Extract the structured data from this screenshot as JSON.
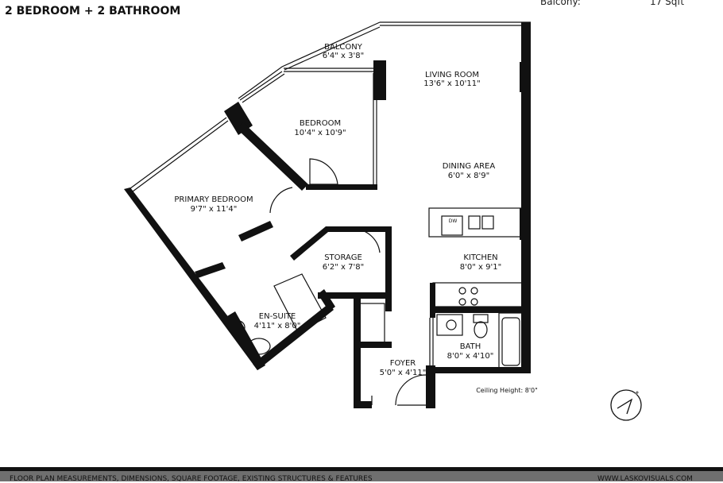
{
  "title": "2 BEDROOM + 2 BATHROOM",
  "area_summary": {
    "label": "Balcony:",
    "value": "17 Sqft"
  },
  "rooms": [
    {
      "name": "BALCONY",
      "dims": "6'4\" x 3'8\""
    },
    {
      "name": "LIVING ROOM",
      "dims": "13'6\" x 10'11\""
    },
    {
      "name": "BEDROOM",
      "dims": "10'4\" x 10'9\""
    },
    {
      "name": "DINING AREA",
      "dims": "6'0\" x 8'9\""
    },
    {
      "name": "PRIMARY BEDROOM",
      "dims": "9'7\" x 11'4\""
    },
    {
      "name": "STORAGE",
      "dims": "6'2\" x 7'8\""
    },
    {
      "name": "KITCHEN",
      "dims": "8'0\" x 9'1\""
    },
    {
      "name": "EN-SUITE",
      "dims": "4'11\" x 8'0\""
    },
    {
      "name": "BATH",
      "dims": "8'0\" x 4'10\""
    },
    {
      "name": "FOYER",
      "dims": "5'0\" x 4'11\""
    }
  ],
  "ceiling_height": "Ceiling Height: 8'0\"",
  "appliance_label": "DW",
  "compass_icon": "north-arrow-icon",
  "footer": {
    "disclaimer": "FLOOR PLAN MEASUREMENTS, DIMENSIONS, SQUARE FOOTAGE, EXISTING STRUCTURES & FEATURES",
    "website": "WWW.LASKOVISUALS.COM"
  }
}
